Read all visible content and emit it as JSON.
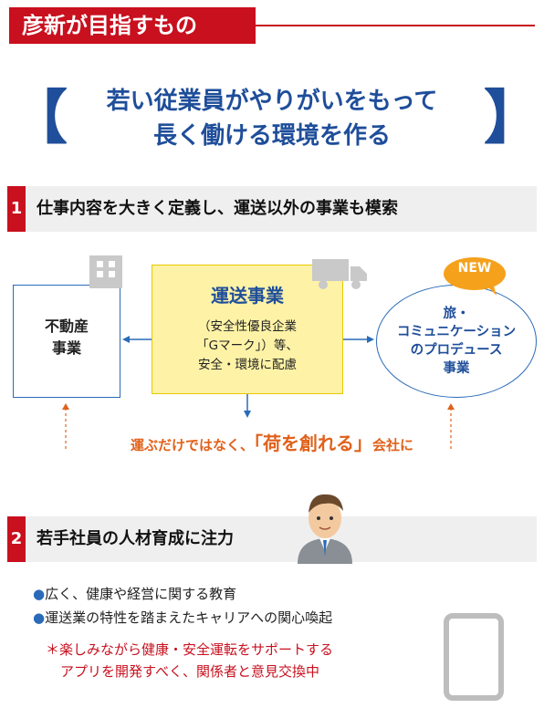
{
  "header": {
    "title": "彦新が目指すもの"
  },
  "headline": {
    "line1": "若い従業員がやりがいをもって",
    "line2": "長く働ける環境を作る",
    "open_bracket": "【",
    "close_bracket": "】"
  },
  "section1": {
    "number": "1",
    "title": "仕事内容を大きく定義し、運送以外の事業も模索"
  },
  "diagram": {
    "fudosan": "不動産\n事業",
    "unso_title": "運送事業",
    "unso_sub_1": "（安全性優良企業",
    "unso_sub_2": "「Gマーク」）等、",
    "unso_sub_3": "安全・環境に配慮",
    "travel_1": "旅・",
    "travel_2": "コミュニケーション",
    "travel_3": "のプロデュース",
    "travel_4": "事業",
    "new_badge": "NEW"
  },
  "slogan": {
    "pre": "運ぶだけではなく、",
    "highlight": "「荷を創れる」",
    "post": "会社に"
  },
  "section2": {
    "number": "2",
    "title": "若手社員の人材育成に注力"
  },
  "bullets": [
    "広く、健康や経営に関する教育",
    "運送業の特性を踏まえたキャリアへの関心喚起"
  ],
  "note": {
    "line1": "＊楽しみながら健康・安全運転をサポートする",
    "line2": "アプリを開発すべく、関係者と意見交換中"
  },
  "colors": {
    "accent": "#c8101e",
    "brand_blue": "#1f4e9a",
    "orange": "#e0611b",
    "yellow": "#fdf2a6"
  }
}
